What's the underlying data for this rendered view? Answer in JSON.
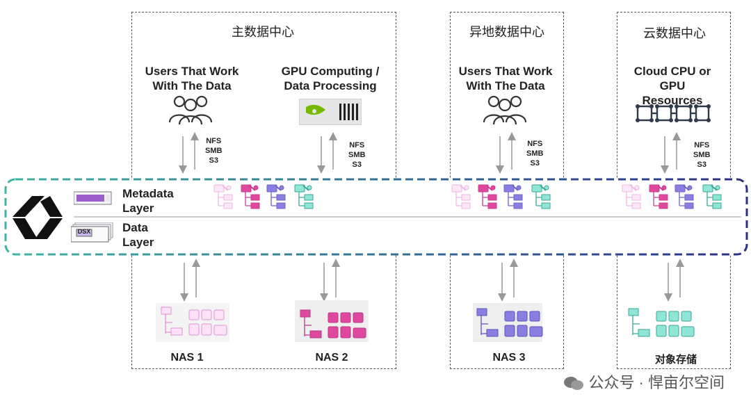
{
  "datacenters": {
    "main": {
      "title": "主数据中心"
    },
    "remote": {
      "title": "异地数据中心"
    },
    "cloud": {
      "title": "云数据中心"
    }
  },
  "compute": {
    "users_main": "Users That Work\nWith The Data",
    "gpu": "GPU Computing /\nData Processing",
    "users_remote": "Users That Work\nWith The Data",
    "cloud": "Cloud CPU or\nGPU Resources"
  },
  "protocols": "NFS\nSMB\nS3",
  "layers": {
    "metadata": "Metadata\nLayer",
    "data": "Data\nLayer",
    "dsx_badge": "DSX"
  },
  "storage": {
    "nas1": "NAS 1",
    "nas2": "NAS 2",
    "nas3": "NAS 3",
    "object": "对象存储"
  },
  "watermark": "公众号 · 悍亩尔空间",
  "colors": {
    "pink_light": "#f0b6e6",
    "magenta": "#e0479e",
    "purple": "#8a7fe0",
    "teal": "#6fd8c8",
    "band_start": "#3fb3a2",
    "band_end": "#2b2f86"
  }
}
